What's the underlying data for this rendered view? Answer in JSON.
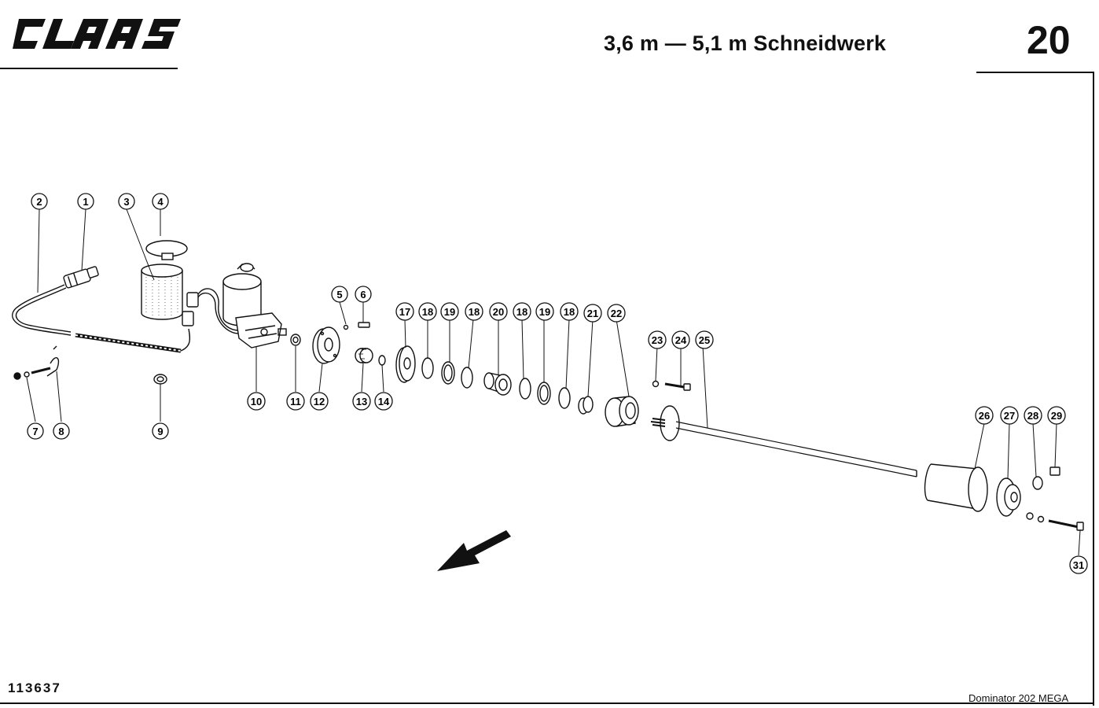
{
  "header": {
    "brand": "CLAAS",
    "title": "3,6 m — 5,1 m Schneidwerk",
    "page_number": "20"
  },
  "footer": {
    "drawing_number": "113637",
    "model": "Dominator  202 MEGA"
  },
  "callouts": {
    "c1": "1",
    "c2": "2",
    "c3": "3",
    "c4": "4",
    "c5": "5",
    "c6": "6",
    "c7": "7",
    "c8": "8",
    "c9": "9",
    "c10": "10",
    "c11": "11",
    "c12": "12",
    "c13": "13",
    "c14": "14",
    "c17": "17",
    "c18a": "18",
    "c19a": "19",
    "c18b": "18",
    "c20": "20",
    "c18c": "18",
    "c19b": "19",
    "c18d": "18",
    "c21": "21",
    "c22": "22",
    "c23": "23",
    "c24": "24",
    "c25": "25",
    "c26": "26",
    "c27": "27",
    "c28": "28",
    "c29": "29",
    "c31": "31"
  },
  "icons": {
    "direction": "arrow-down-left-icon"
  }
}
